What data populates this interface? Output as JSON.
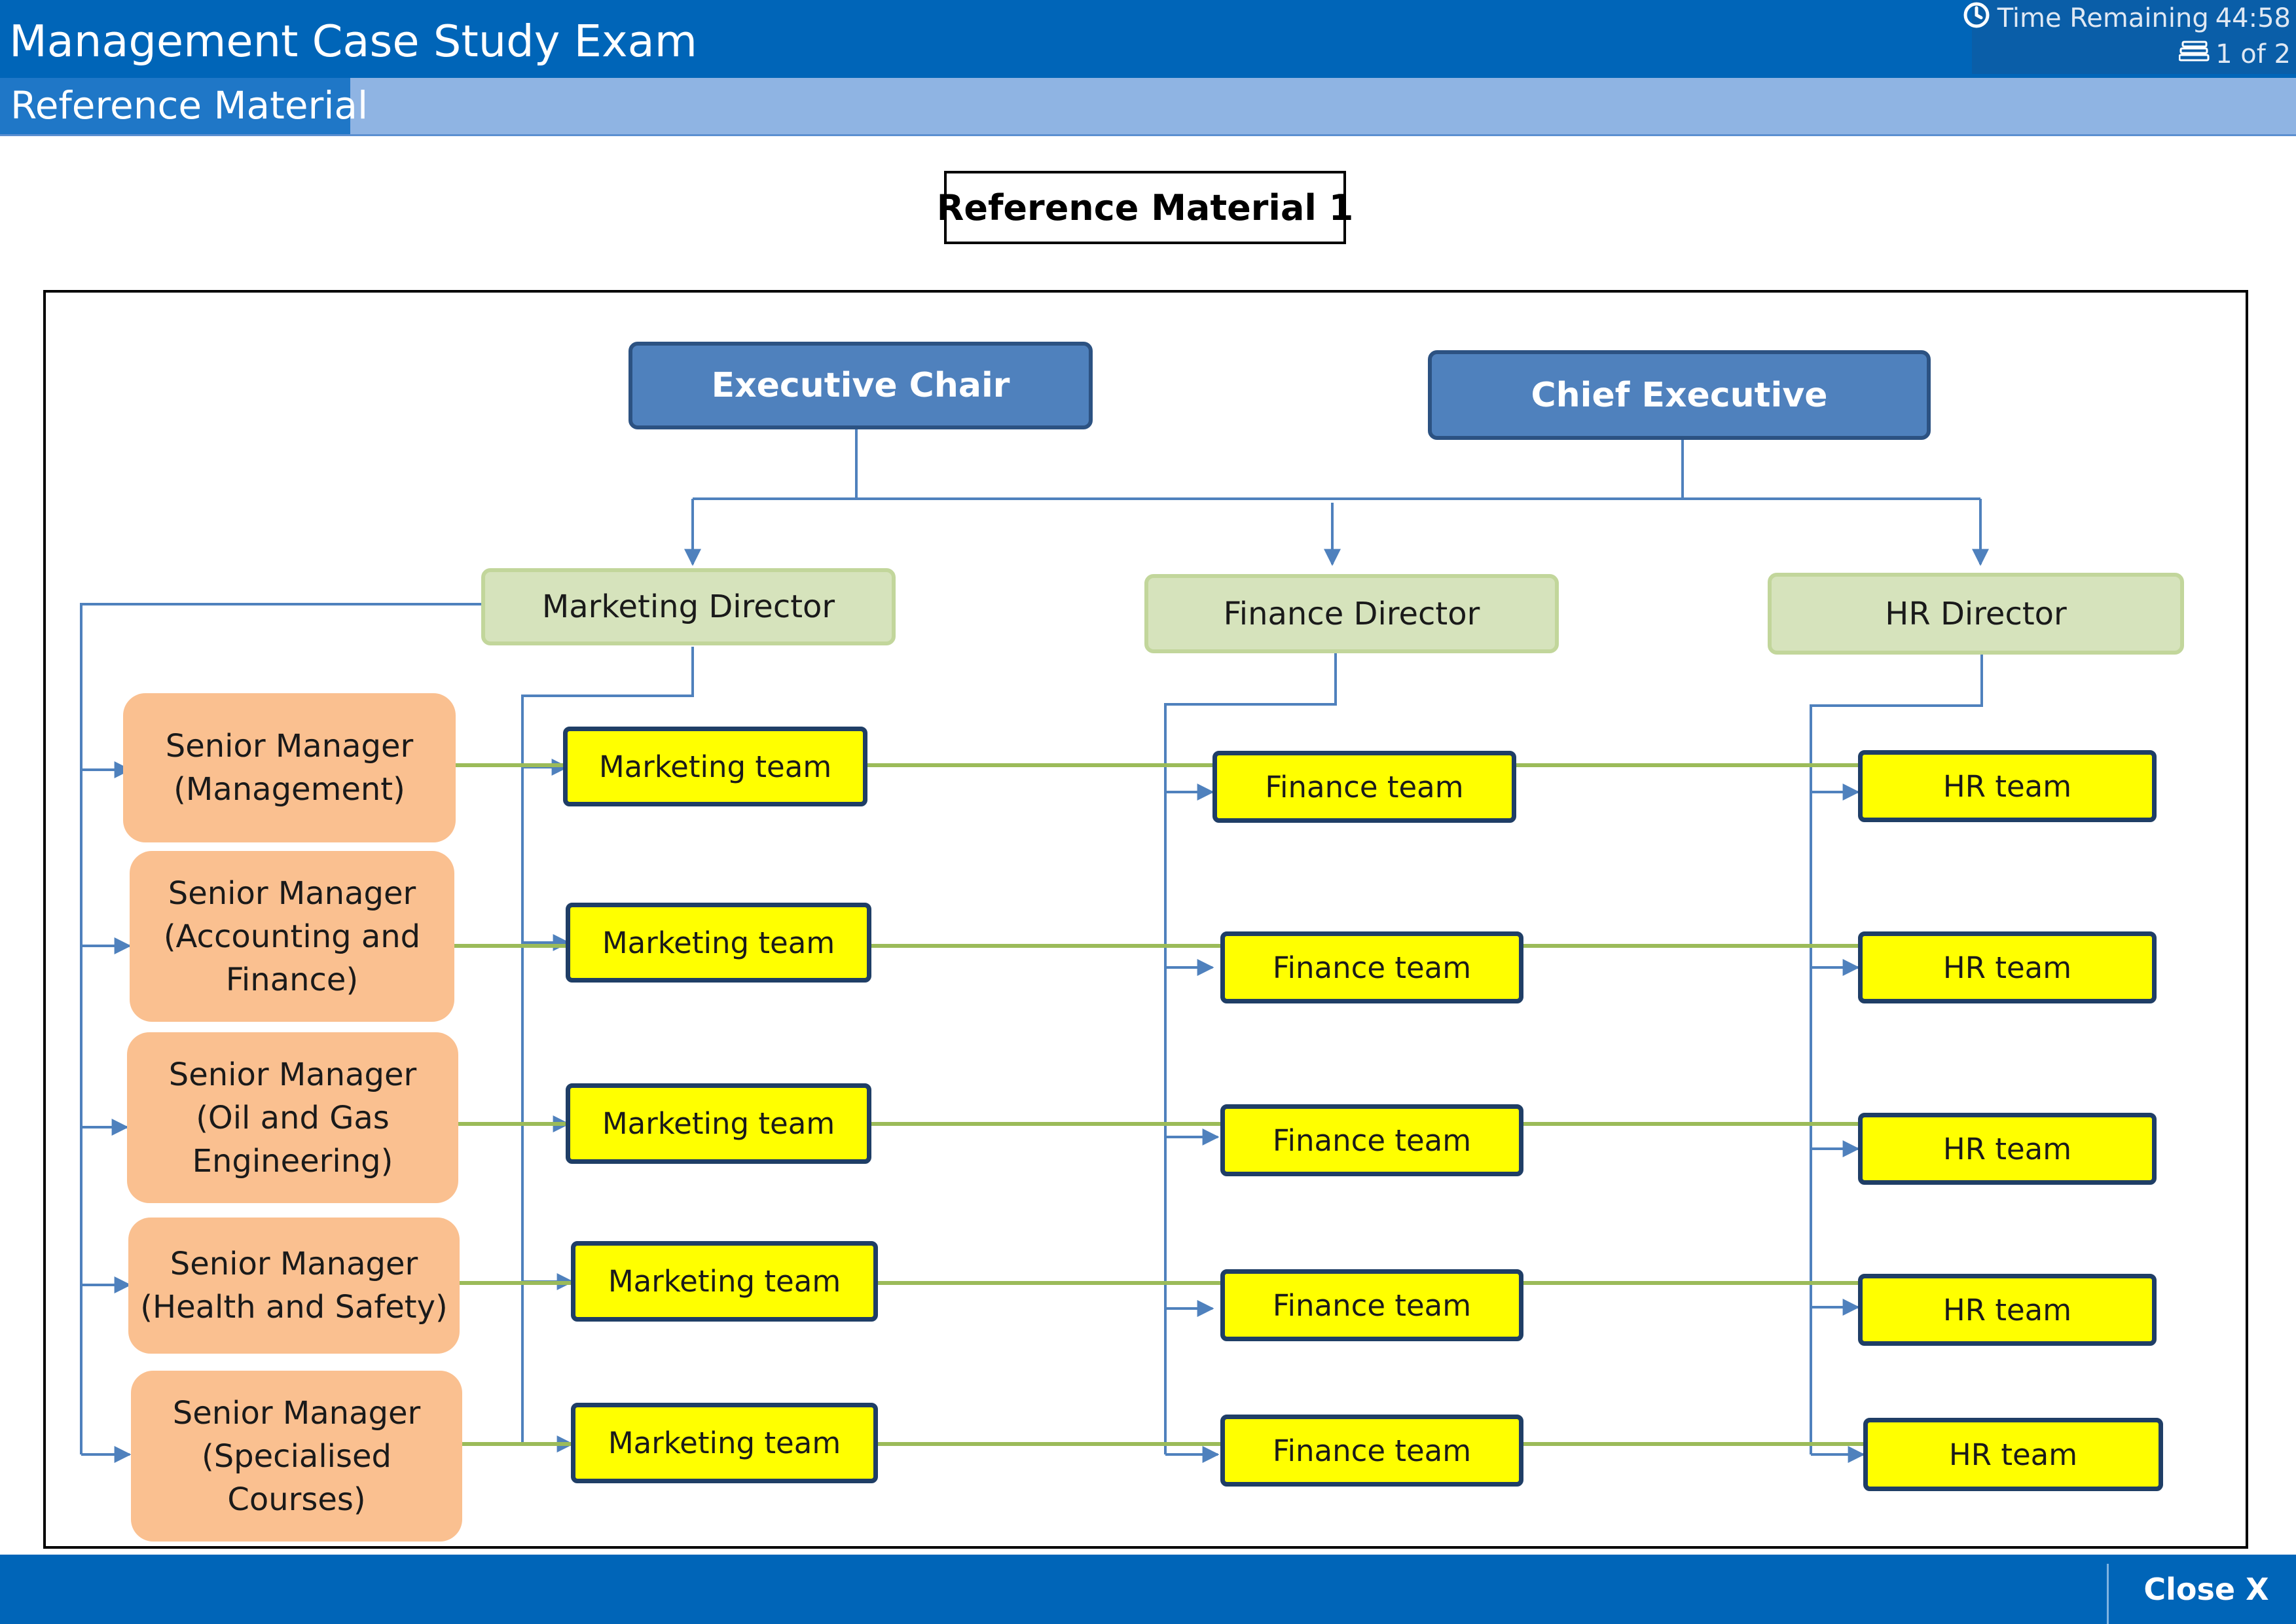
{
  "header": {
    "app_title": "Management Case Study Exam",
    "time_label": "Time Remaining",
    "time_value": "44:58",
    "page_indicator": "1 of 2",
    "tab_label": "Reference Material"
  },
  "document": {
    "title": "Reference Material 1"
  },
  "org_chart": {
    "executives": {
      "executive_chair": "Executive Chair",
      "chief_executive": "Chief Executive"
    },
    "directors": {
      "marketing": "Marketing Director",
      "finance": "Finance Director",
      "hr": "HR Director"
    },
    "senior_managers": [
      {
        "title": "Senior Manager",
        "area": "(Management)"
      },
      {
        "title": "Senior Manager",
        "area_line1": "(Accounting and",
        "area_line2": "Finance)"
      },
      {
        "title": "Senior Manager",
        "area_line1": "(Oil and Gas",
        "area_line2": "Engineering)"
      },
      {
        "title": "Senior Manager",
        "area": "(Health and Safety)"
      },
      {
        "title": "Senior Manager",
        "area_line1": "(Specialised",
        "area_line2": "Courses)"
      }
    ],
    "teams": {
      "marketing": [
        "Marketing team",
        "Marketing team",
        "Marketing team",
        "Marketing team",
        "Marketing team"
      ],
      "finance": [
        "Finance team",
        "Finance team",
        "Finance team",
        "Finance team",
        "Finance team"
      ],
      "hr": [
        "HR team",
        "HR team",
        "HR team",
        "HR team",
        "HR team"
      ]
    },
    "colors": {
      "executive_fill": "#4f81bd",
      "director_fill": "#d6e3bc",
      "senior_manager_fill": "#fac090",
      "team_fill": "#ffff00",
      "reporting_line": "#4f81bd",
      "matrix_line": "#9bbb59"
    }
  },
  "footer": {
    "close_label": "Close X"
  }
}
